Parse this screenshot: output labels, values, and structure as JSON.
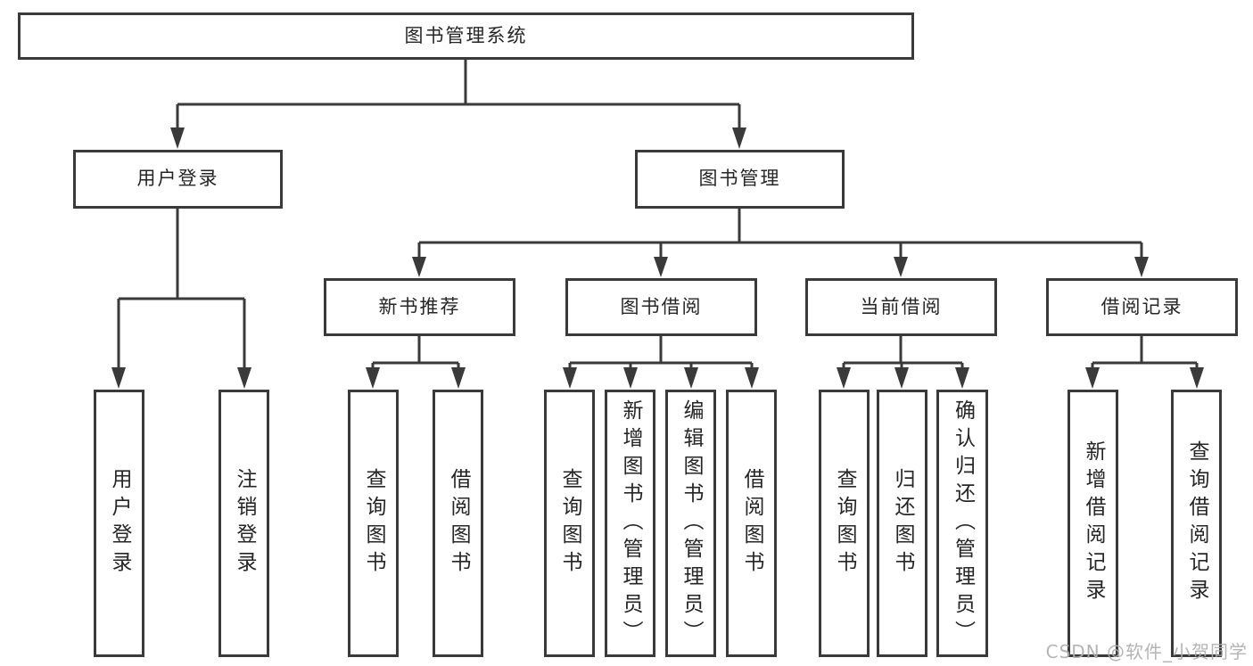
{
  "tree": {
    "label": "图书管理系统",
    "children": [
      {
        "label": "用户登录",
        "children": [
          {
            "label": "用户登录"
          },
          {
            "label": "注销登录"
          }
        ]
      },
      {
        "label": "图书管理",
        "children": [
          {
            "label": "新书推荐",
            "children": [
              {
                "label": "查询图书"
              },
              {
                "label": "借阅图书"
              }
            ]
          },
          {
            "label": "图书借阅",
            "children": [
              {
                "label": "查询图书"
              },
              {
                "label": "新增图书（管理员）"
              },
              {
                "label": "编辑图书（管理员）"
              },
              {
                "label": "借阅图书"
              }
            ]
          },
          {
            "label": "当前借阅",
            "children": [
              {
                "label": "查询图书"
              },
              {
                "label": "归还图书"
              },
              {
                "label": "确认归还（管理员）"
              }
            ]
          },
          {
            "label": "借阅记录",
            "children": [
              {
                "label": "新增借阅记录"
              },
              {
                "label": "查询借阅记录"
              }
            ]
          }
        ]
      }
    ]
  },
  "watermark": {
    "text": "CSDN @软件_小贺同学"
  },
  "colors": {
    "line": "#3a3a3a",
    "node_border": "#3a3a3a",
    "node_text": "#262626",
    "background": "#ffffff",
    "watermark_text": "#aeaeae"
  }
}
